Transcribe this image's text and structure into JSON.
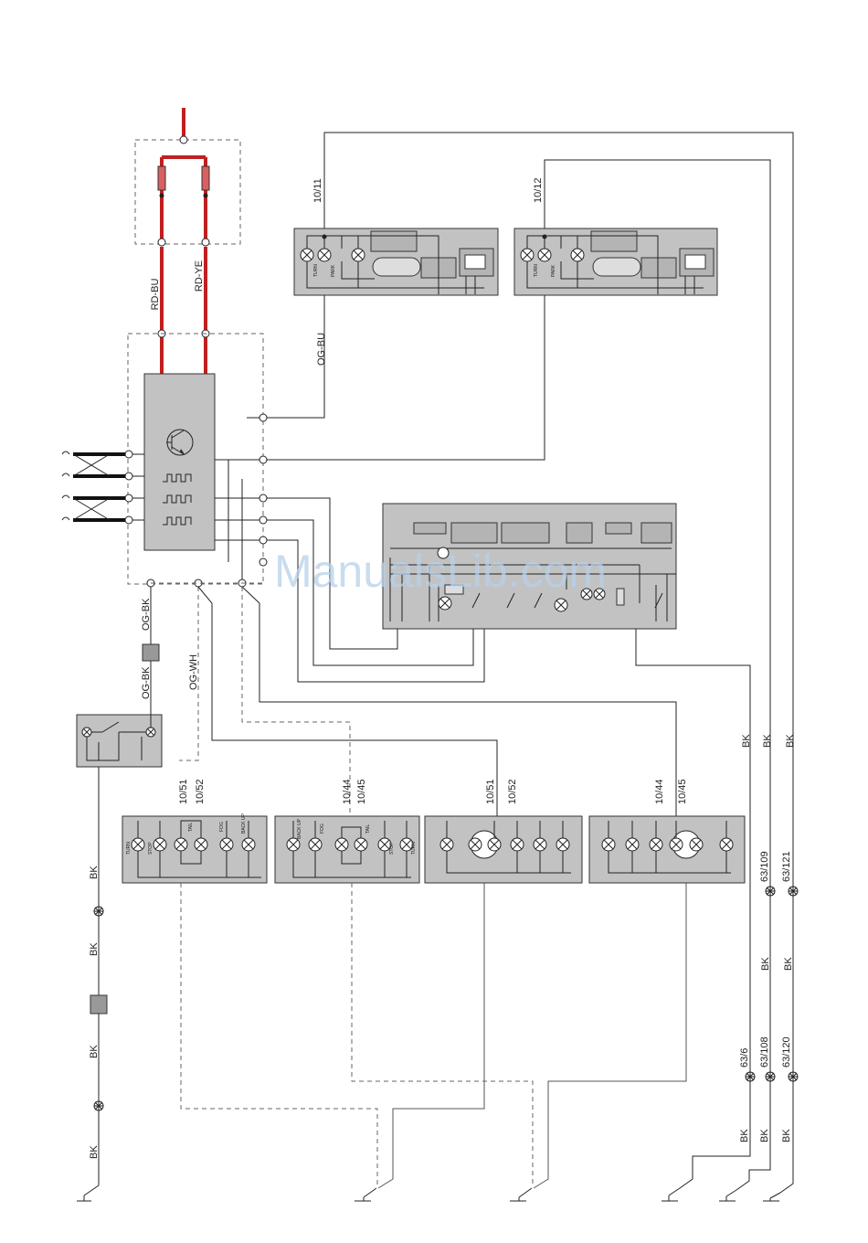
{
  "watermark": "ManualsLib.com",
  "wire_colors": {
    "rd_bu": "RD-BU",
    "rd_ye": "RD-YE",
    "og_bu": "OG-BU",
    "og_bk_upper": "OG-BK",
    "og_bk_lower": "OG-BK",
    "og_wh": "OG-WH",
    "bk": "BK"
  },
  "connectors": {
    "front_left": "10/11",
    "front_right": "10/12",
    "rear_left_a": "10/51",
    "rear_left_b": "10/52",
    "rear_mid_a": "10/44",
    "rear_mid_b": "10/45",
    "rear_right_a": "10/51",
    "rear_right_b": "10/52",
    "rear_far_a": "10/44",
    "rear_far_b": "10/45"
  },
  "ground_points": {
    "g1": "63/109",
    "g2": "63/121",
    "g3": "63/6",
    "g4": "63/108",
    "g5": "63/120"
  },
  "lamp_labels": {
    "turn": "TURN",
    "park": "PARK",
    "stop": "STOP",
    "tail": "TAIL",
    "fog": "FOG",
    "back_up": "BACK UP"
  },
  "colors": {
    "power_wire": "#c02020",
    "component_fill": "#c2c2c2"
  }
}
